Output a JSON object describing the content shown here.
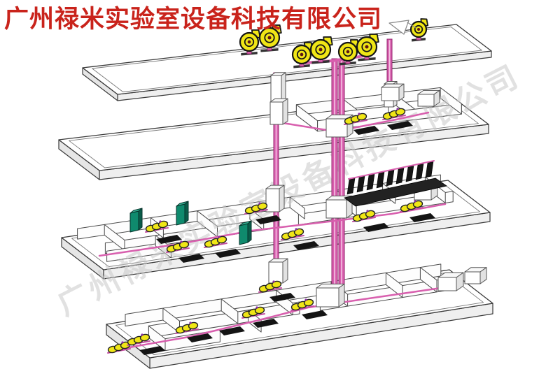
{
  "title": {
    "text": "广州禄米实验室设备科技有限公司"
  },
  "watermark": {
    "text": "广州禄米实验室设备科技有限公司"
  },
  "diagram": {
    "description": "isometric-four-level-laboratory-exhaust-system",
    "levels": 4,
    "roof_fan_count": 7
  },
  "colors": {
    "title_red": "#c9231b",
    "watermark_gray": "#c9c9c9",
    "duct_magenta": "#d85fae",
    "duct_dark": "#94266f",
    "duct_light": "#f4c2e1",
    "equipment_yellow": "#f0e616",
    "equipment_dark": "#141414",
    "hub_maroon": "#5c1414",
    "cabinet_teal": "#0f8a6d",
    "cabinet_teal_light": "#35b093",
    "cabinet_teal_dark": "#0a5c49",
    "slab_white": "#ffffff",
    "slab_shade": "#efefef",
    "line_gray": "#3a3a3a",
    "rim_gray": "#777777",
    "accent_purple": "#8a2fa3"
  }
}
